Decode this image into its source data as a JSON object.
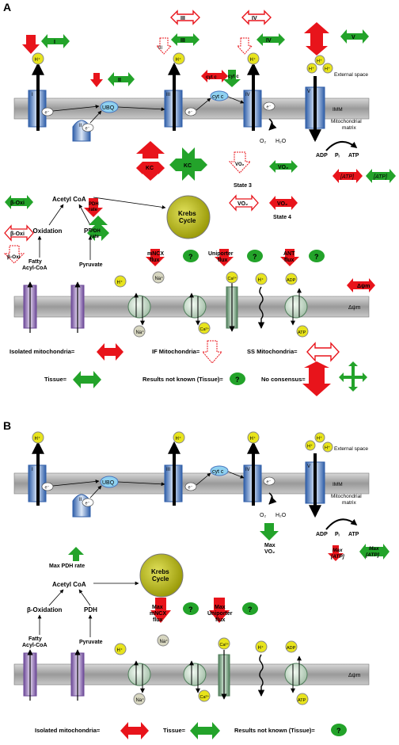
{
  "colors": {
    "red": "#e8141b",
    "green": "#23a32a",
    "membrane": "#a9a9a9",
    "complex_blue": "#4a78c0",
    "ubq": "#8fd1f0",
    "krebs": "#b8b815",
    "hion": "#e8e41c",
    "transporter_purple": "#8c6bb0",
    "transporter_gray": "#cfe0d4"
  },
  "panel_a": {
    "letter": "A",
    "external_space": "External space",
    "imm": "IMM",
    "matrix_l1": "Mitochondrial",
    "matrix_l2": "matrix",
    "complex_I": "I",
    "complex_II": "II",
    "complex_III": "III",
    "complex_IV": "IV",
    "complex_V": "V",
    "ubq": "UBQ",
    "cytc": "cyt c",
    "cytc_tag": "cyt c",
    "electron": "e⁻",
    "hplus": "H⁺",
    "o2": "O₂",
    "h2o": "H₂O",
    "adp": "ADP",
    "pi": "Pᵢ",
    "atp": "ATP",
    "atp_bracket": "[ATP]",
    "krebs_l1": "Krebs",
    "krebs_l2": "Cycle",
    "kc": "KC",
    "vo2": "VO₂",
    "state3": "State 3",
    "state4": "State 4",
    "acetyl_coa": "Acetyl CoA",
    "beta_ox": "β-Oxidation",
    "beta_oxi": "β-Oxi",
    "pdh": "PDH",
    "pdh_rate_l1": "PDH",
    "pdh_rate_l2": "rate",
    "fatty_l1": "Fatty",
    "fatty_l2": "Acyl-CoA",
    "pyruvate": "Pyruvate",
    "mncx_l1": "mNCX",
    "mncx_l2": "flux",
    "unip_l1": "Uniporter",
    "unip_l2": "flux",
    "ant_l1": "ANT",
    "ant_l2": "flux",
    "q": "?",
    "na": "Na⁺",
    "ca": "Ca²⁺",
    "delta_psi": "Δψm",
    "legend_isolated": "Isolated mitochondria=",
    "legend_if": "IF Mitochondria=",
    "legend_ss": "SS Mitochondria=",
    "legend_tissue": "Tissue=",
    "legend_unknown": "Results not known (Tissue)=",
    "legend_noconsensus": "No consensus="
  },
  "panel_b": {
    "letter": "B",
    "external_space": "External space",
    "imm": "IMM",
    "matrix_l1": "Mitochondrial",
    "matrix_l2": "matrix",
    "max_l": "Max",
    "vo2": "VO₂",
    "max_pdh": "Max PDH rate",
    "acetyl_coa": "Acetyl CoA",
    "krebs_l1": "Krebs",
    "krebs_l2": "Cycle",
    "beta_ox": "β-Oxidation",
    "pdh": "PDH",
    "fatty_l1": "Fatty",
    "fatty_l2": "Acyl-CoA",
    "pyruvate": "Pyruvate",
    "max_mncx_l1": "Max",
    "max_mncx_l2": "mNCX",
    "max_mncx_l3": "flux",
    "max_unip_l1": "Max",
    "max_unip_l2": "Uniporter",
    "max_unip_l3": "flux",
    "max_atp_l1": "Max",
    "max_atp_l2": "[ATP]",
    "legend_isolated": "Isolated mitochondria=",
    "legend_tissue": "Tissue=",
    "legend_unknown": "Results not known (Tissue)="
  }
}
